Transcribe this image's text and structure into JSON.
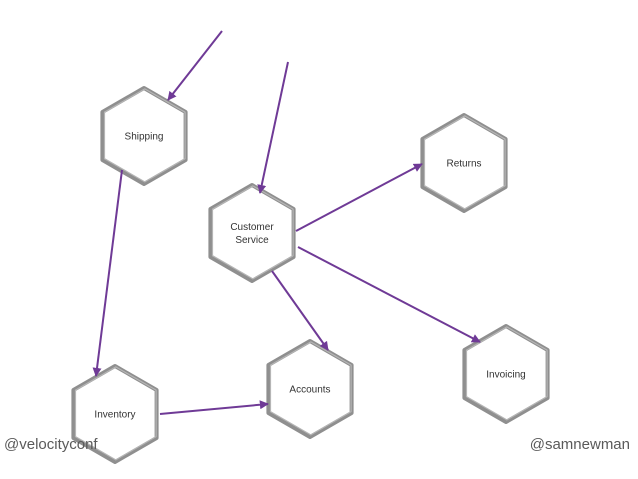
{
  "colors": {
    "arrow": "#6f3a96",
    "hex_stroke": "#8f8f8f",
    "text": "#333333",
    "footer_text": "#5a5a5a"
  },
  "nodes": {
    "shipping": [
      "Shipping"
    ],
    "customer_service": [
      "Customer",
      "Service"
    ],
    "returns": [
      "Returns"
    ],
    "accounts": [
      "Accounts"
    ],
    "invoicing": [
      "Invoicing"
    ],
    "inventory": [
      "Inventory"
    ]
  },
  "footer": {
    "left": "@velocityconf",
    "right": "@samnewman"
  }
}
